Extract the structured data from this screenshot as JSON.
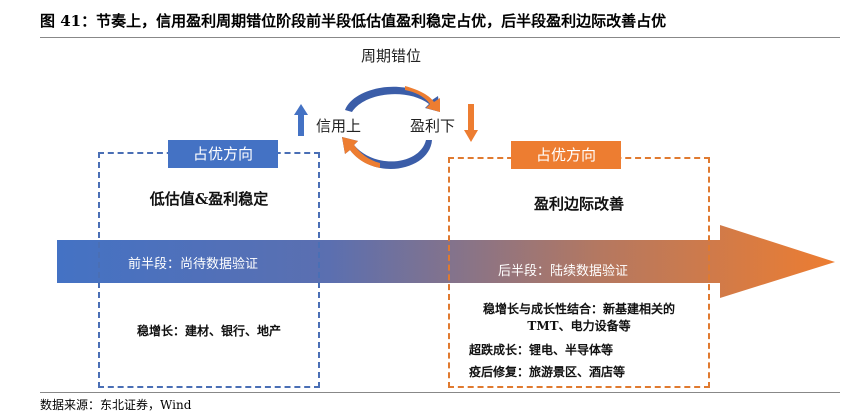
{
  "title": "图 41：节奏上，信用盈利周期错位阶段前半段低估值盈利稳定占优，后半段盈利边际改善占优",
  "cycle": {
    "top": "周期错位",
    "left": "信用上",
    "right": "盈利下"
  },
  "left": {
    "tag": "占优方向",
    "heading": "低估值&盈利稳定",
    "stage": "前半段：尚待数据验证",
    "detail": "稳增长：建材、银行、地产"
  },
  "right": {
    "tag": "占优方向",
    "heading": "盈利边际改善",
    "stage": "后半段：陆续数据验证",
    "detail1a": "稳增长与成长性结合：新基建相关的",
    "detail1b": "TMT、电力设备等",
    "detail2": "超跌成长：锂电、半导体等",
    "detail3": "疫后修复：旅游景区、酒店等"
  },
  "footer": "数据来源：东北证券，Wind",
  "colors": {
    "blue": "#4472C4",
    "orange": "#ED7D31"
  }
}
